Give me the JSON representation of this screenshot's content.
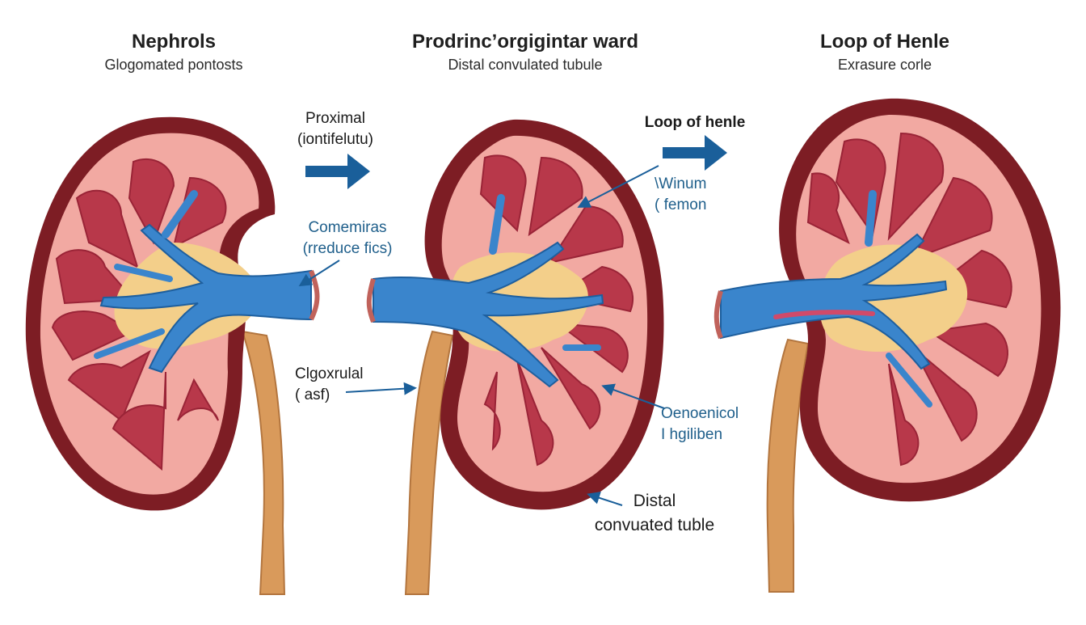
{
  "colors": {
    "capsule": "#7d1d24",
    "cortex": "#f2a9a2",
    "cortex_light": "#f7c6bd",
    "pyramid": "#b8384a",
    "pyramid_dark": "#9a2437",
    "fat": "#f3cf8a",
    "vessel": "#3a85cc",
    "vessel_light": "#7fb9ea",
    "ureter": "#d99a5b",
    "arrow": "#1a5f9a",
    "red_vessel": "#d04a6a"
  },
  "panels": [
    {
      "title": "Nephrols",
      "subtitle": "Gloɡomated pontosts"
    },
    {
      "title": "Prodrinc’orgigintar ward",
      "subtitle": "Distal convulated tubule"
    },
    {
      "title": "Loop of Henle",
      "subtitle": "Exrasure corle"
    }
  ],
  "callouts": {
    "proximal_1": "Proximal",
    "proximal_2": "(iontifelutu)",
    "comemiras_1": "Comemiras",
    "comemiras_2": "(rreduce fics)",
    "clgoxrulal_1": "Clgoxrulal",
    "clgoxrulal_2": "( asf)",
    "loop_henle": "Loop of henle",
    "winum_1": "\\Winum",
    "winum_2": "( femon",
    "oenoenicol_1": "Oenoenicol",
    "oenoenicol_2": "I hgiliben",
    "distal_1": "Distal",
    "distal_2": "convuated tuble"
  }
}
